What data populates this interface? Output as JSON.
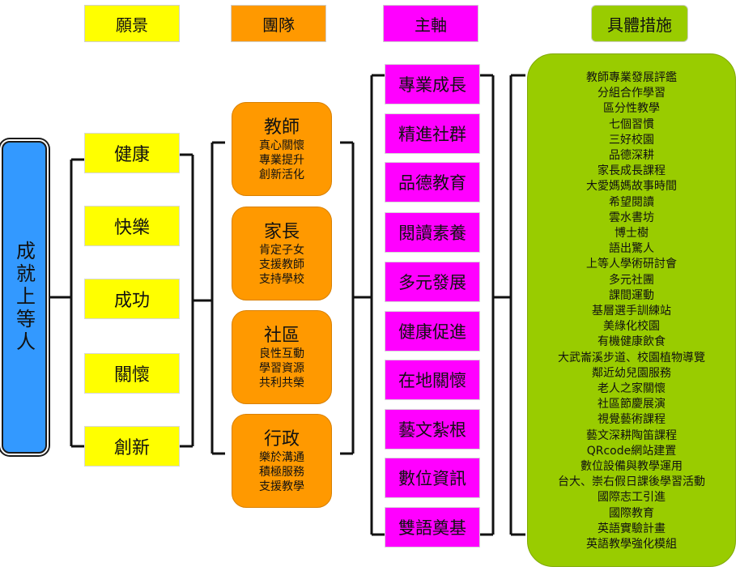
{
  "headers": {
    "vision": "願景",
    "team": "團隊",
    "axis": "主軸",
    "measures": "具體措施"
  },
  "root": "成就上等人",
  "visions": [
    "健康",
    "快樂",
    "成功",
    "關懷",
    "創新"
  ],
  "teams": [
    {
      "title": "教師",
      "lines": [
        "真心關懷",
        "專業提升",
        "創新活化"
      ]
    },
    {
      "title": "家長",
      "lines": [
        "肯定子女",
        "支援教師",
        "支持學校"
      ]
    },
    {
      "title": "社區",
      "lines": [
        "良性互動",
        "學習資源",
        "共利共榮"
      ]
    },
    {
      "title": "行政",
      "lines": [
        "樂於溝通",
        "積極服務",
        "支援教學"
      ]
    }
  ],
  "axes": [
    "專業成長",
    "精進社群",
    "品德教育",
    "閱讀素養",
    "多元發展",
    "健康促進",
    "在地關懷",
    "藝文紮根",
    "數位資訊",
    "雙語奠基"
  ],
  "measures": [
    "教師專業發展評鑑",
    "分組合作學習",
    "區分性教學",
    "七個習慣",
    "三好校園",
    "品德深耕",
    "家長成長課程",
    "大愛媽媽故事時間",
    "希望閱讀",
    "雲水書坊",
    "博士樹",
    "語出驚人",
    "上等人學術研討會",
    "多元社團",
    "課間運動",
    "基層選手訓練站",
    "美綠化校園",
    "有機健康飲食",
    "大武崙溪步道、校園植物導覽",
    "鄰近幼兒園服務",
    "老人之家關懷",
    "社區節慶展演",
    "視覺藝術課程",
    "藝文深耕陶笛課程",
    "QRcode網站建置",
    "數位設備與教學運用",
    "台大、崇右假日課後學習活動",
    "國際志工引進",
    "國際教育",
    "英語實驗計畫",
    "英語教學強化模組"
  ],
  "colors": {
    "vision": "#ffff00",
    "team": "#ff9900",
    "axis": "#ff00ff",
    "measures": "#99cc00",
    "root": "#3399ff"
  }
}
